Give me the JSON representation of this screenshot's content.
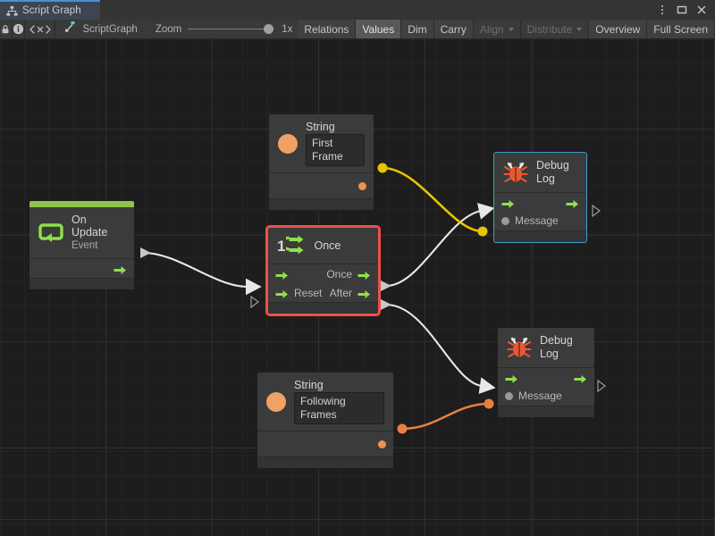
{
  "window": {
    "tab_label": "Script Graph",
    "tab_icon": "graph-hierarchy-icon",
    "controls": [
      {
        "name": "more-options-button",
        "icon": "kebab-menu-icon"
      },
      {
        "name": "maximize-button",
        "icon": "maximize-square-icon"
      },
      {
        "name": "close-button",
        "icon": "close-x-icon"
      }
    ]
  },
  "toolbar": {
    "lock_icon": "lock-icon",
    "info_icon": "info-icon",
    "code_icon": "angle-brackets-x-icon",
    "breadcrumb": {
      "label": "ScriptGraph",
      "icon": "script-graph-icon",
      "color": "#4fd6c8"
    },
    "zoom": {
      "label": "Zoom",
      "value": "1x",
      "percent": 100
    },
    "buttons": [
      {
        "label": "Relations",
        "state": "normal",
        "caret": false
      },
      {
        "label": "Values",
        "state": "active",
        "caret": false
      },
      {
        "label": "Dim",
        "state": "normal",
        "caret": false
      },
      {
        "label": "Carry",
        "state": "normal",
        "caret": false
      },
      {
        "label": "Align",
        "state": "disabled",
        "caret": true
      },
      {
        "label": "Distribute",
        "state": "disabled",
        "caret": true
      },
      {
        "label": "Overview",
        "state": "normal",
        "caret": false
      },
      {
        "label": "Full Screen",
        "state": "normal",
        "caret": false
      }
    ]
  },
  "graph": {
    "colors": {
      "flow_wire": "#e8e8e8",
      "value_wire_yellow": "#e8c400",
      "value_wire_orange": "#e8803c",
      "event_accent": "#8ec449",
      "selection_red": "#ef4f4a",
      "selection_blue": "#3c9ec4",
      "string_port": "#f0a165",
      "node_bg": "#3b3b3b"
    },
    "nodes": [
      {
        "id": "on-update",
        "title": "On Update",
        "subtitle": "Event",
        "icon": "event-loop-icon",
        "type": "event",
        "selection": "none",
        "ports": {
          "outputs": [
            "flow"
          ]
        }
      },
      {
        "id": "string-first-frame",
        "title": "String",
        "icon": "string-value-icon",
        "type": "value",
        "selection": "none",
        "value": "First Frame",
        "ports": {
          "outputs": [
            "value"
          ]
        }
      },
      {
        "id": "string-following-frames",
        "title": "String",
        "icon": "string-value-icon",
        "type": "value",
        "selection": "none",
        "value": "Following Frames",
        "ports": {
          "outputs": [
            "value"
          ]
        }
      },
      {
        "id": "once",
        "title": "Once",
        "icon": "once-counter-icon",
        "badge": "1",
        "type": "control",
        "selection": "red",
        "ports": {
          "inputs": [
            {
              "label": "",
              "kind": "flow"
            },
            {
              "label": "Reset",
              "kind": "flow"
            }
          ],
          "outputs": [
            {
              "label": "Once",
              "kind": "flow"
            },
            {
              "label": "After",
              "kind": "flow"
            }
          ]
        }
      },
      {
        "id": "debug-log-top",
        "title": "Debug",
        "subtitle": "Log",
        "icon": "debug-bug-icon",
        "type": "action",
        "selection": "blue",
        "ports": {
          "inputs": [
            {
              "label": "",
              "kind": "flow"
            },
            {
              "label": "Message",
              "kind": "value"
            }
          ],
          "outputs": [
            {
              "label": "",
              "kind": "flow"
            }
          ]
        }
      },
      {
        "id": "debug-log-bottom",
        "title": "Debug",
        "subtitle": "Log",
        "icon": "debug-bug-icon",
        "type": "action",
        "selection": "none",
        "ports": {
          "inputs": [
            {
              "label": "",
              "kind": "flow"
            },
            {
              "label": "Message",
              "kind": "value"
            }
          ],
          "outputs": [
            {
              "label": "",
              "kind": "flow"
            }
          ]
        }
      }
    ],
    "connections": [
      {
        "from": "on-update.flow-out",
        "to": "once.flow-in",
        "kind": "flow",
        "color": "#e8e8e8"
      },
      {
        "from": "once.once-out",
        "to": "debug-log-top.flow-in",
        "kind": "flow",
        "color": "#e8e8e8"
      },
      {
        "from": "once.after-out",
        "to": "debug-log-bottom.flow-in",
        "kind": "flow",
        "color": "#e8e8e8"
      },
      {
        "from": "string-first-frame.value-out",
        "to": "debug-log-top.message-in",
        "kind": "value",
        "color": "#e8c400"
      },
      {
        "from": "string-following-frames.value-out",
        "to": "debug-log-bottom.message-in",
        "kind": "value",
        "color": "#e8803c"
      }
    ],
    "labels": {
      "reset": "Reset",
      "once_out": "Once",
      "after_out": "After",
      "message": "Message"
    }
  }
}
